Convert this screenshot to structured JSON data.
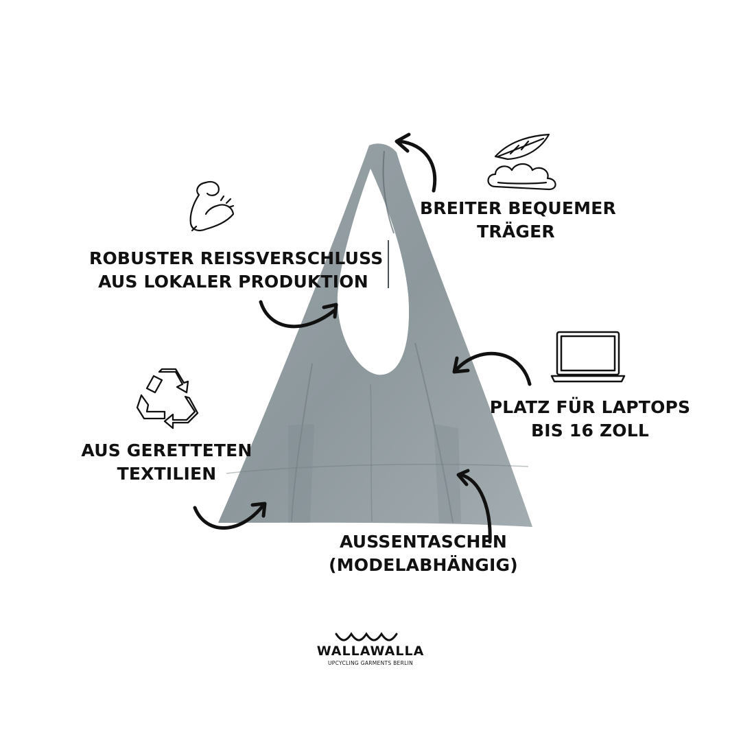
{
  "callouts": {
    "strap": {
      "line1": "Breiter bequemer",
      "line2": "Träger",
      "icon": "feather-cloud-icon"
    },
    "zipper": {
      "line1": "Robuster Reissverschluss",
      "line2": "aus lokaler Produktion",
      "icon": "flexed-arm-icon"
    },
    "laptop": {
      "line1": "Platz für Laptops",
      "line2": "bis 16 Zoll",
      "icon": "laptop-icon"
    },
    "textiles": {
      "line1": "Aus geretteten",
      "line2": "Textilien",
      "icon": "recycle-icon"
    },
    "pockets": {
      "line1": "Aussentaschen",
      "line2": "(modelabhängig)"
    }
  },
  "brand": {
    "name": "WALLAWALLA",
    "tagline": "UPCYCLING GARMENTS BERLIN",
    "logo": "wave-logo-icon"
  },
  "colors": {
    "bag": "#8f9a9f",
    "text": "#111111",
    "background": "#ffffff"
  }
}
